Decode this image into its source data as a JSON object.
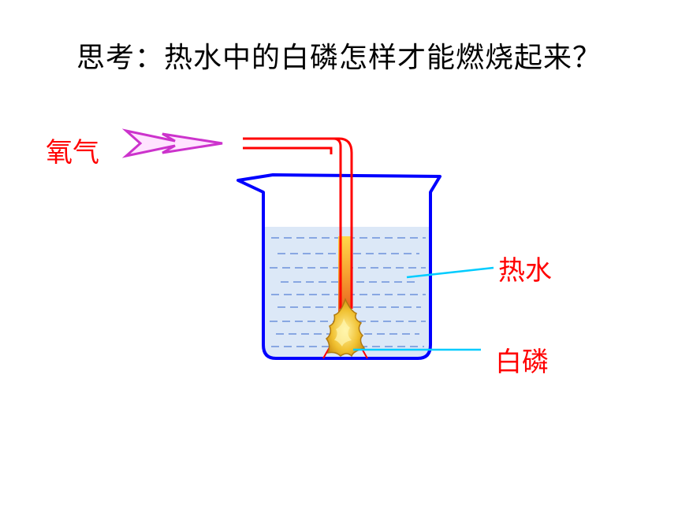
{
  "title": "思考：热水中的白磷怎样才能燃烧起来？",
  "labels": {
    "oxygen": "氧气",
    "hot_water": "热水",
    "white_phosphorus": "白磷"
  },
  "colors": {
    "beaker": "#0000ff",
    "tube": "#ff0000",
    "arrow": "#cc33cc",
    "pointer_line": "#00ccff",
    "water_dash": "#3366cc",
    "flame": "#e8b020",
    "label_text": "#ff0000"
  },
  "icons": {
    "arrow": "zigzag-arrow-icon",
    "flame": "flame-icon"
  }
}
